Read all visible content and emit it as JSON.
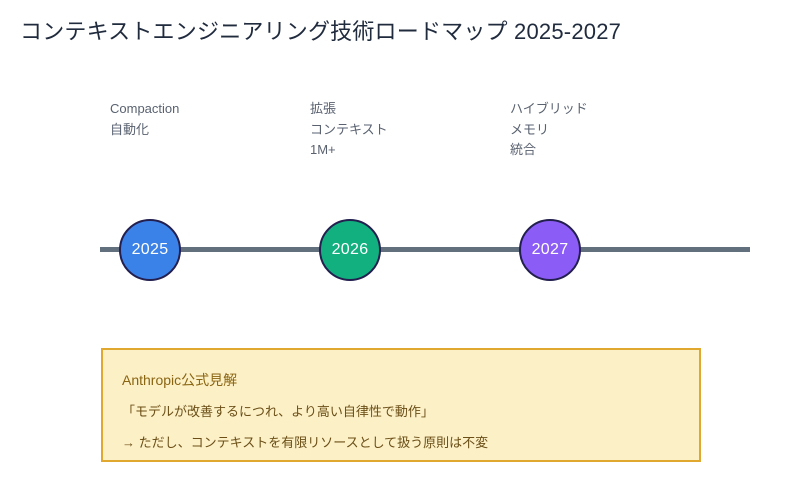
{
  "header": {
    "title": "コンテキストエンジニアリング技術ロードマップ 2025-2027"
  },
  "timeline": {
    "axis_color": "#61707c",
    "milestones": [
      {
        "year": "2025",
        "color": "#3b82e8",
        "border_color": "#231f4f",
        "label_lines": [
          "Compaction",
          "自動化"
        ]
      },
      {
        "year": "2026",
        "color": "#11b07e",
        "border_color": "#231f4f",
        "label_lines": [
          "拡張",
          "コンテキスト",
          "1M+"
        ]
      },
      {
        "year": "2027",
        "color": "#8b5cf6",
        "border_color": "#231f4f",
        "label_lines": [
          "ハイブリッド",
          "メモリ",
          "統合"
        ]
      }
    ]
  },
  "callout": {
    "title": "Anthropic公式見解",
    "line1": "「モデルが改善するにつれ、より高い自律性で動作」",
    "line2": "→ ただし、コンテキストを有限リソースとして扱う原則は不変",
    "background": "#fcf0c7",
    "border_color": "#e0a82e",
    "title_color": "#8a6512",
    "text_color": "#6b4f17"
  }
}
